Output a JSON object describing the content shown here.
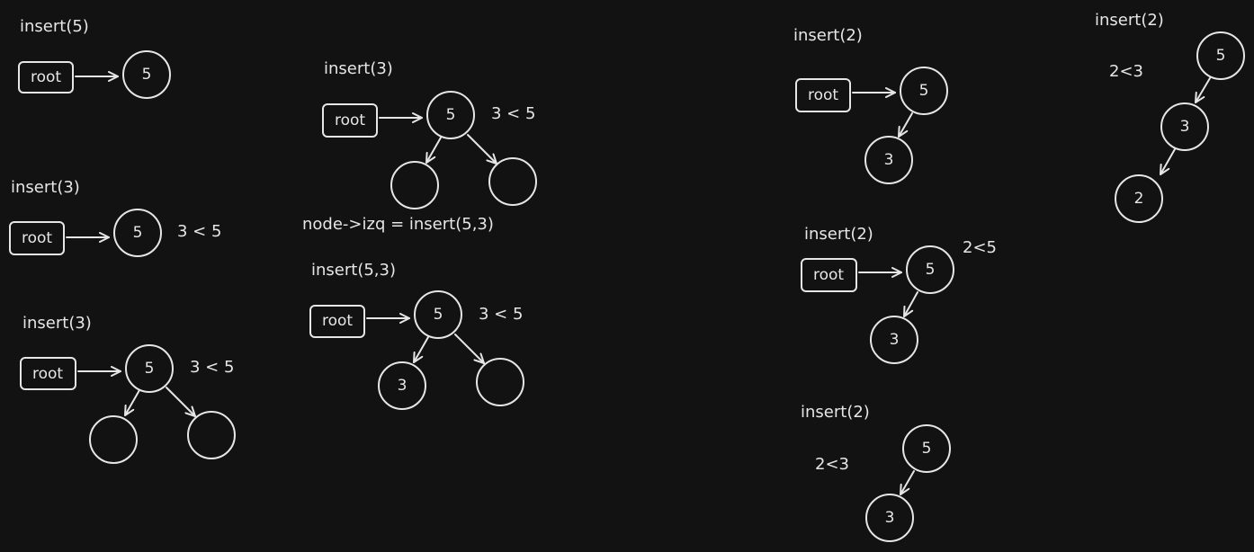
{
  "colors": {
    "background": "#121212",
    "ink": "#e6e6e6"
  },
  "labels": {
    "insert_5": "insert(5)",
    "insert_3": "insert(3)",
    "insert_5_3": "insert(5,3)",
    "insert_2": "insert(2)",
    "root": "root",
    "cmp_3_5": "3 < 5",
    "cmp_2_5": "2<5",
    "cmp_2_3": "2<3",
    "node_assign": "node->izq = insert(5,3)"
  },
  "values": {
    "v5": "5",
    "v3": "3",
    "v2": "2"
  }
}
